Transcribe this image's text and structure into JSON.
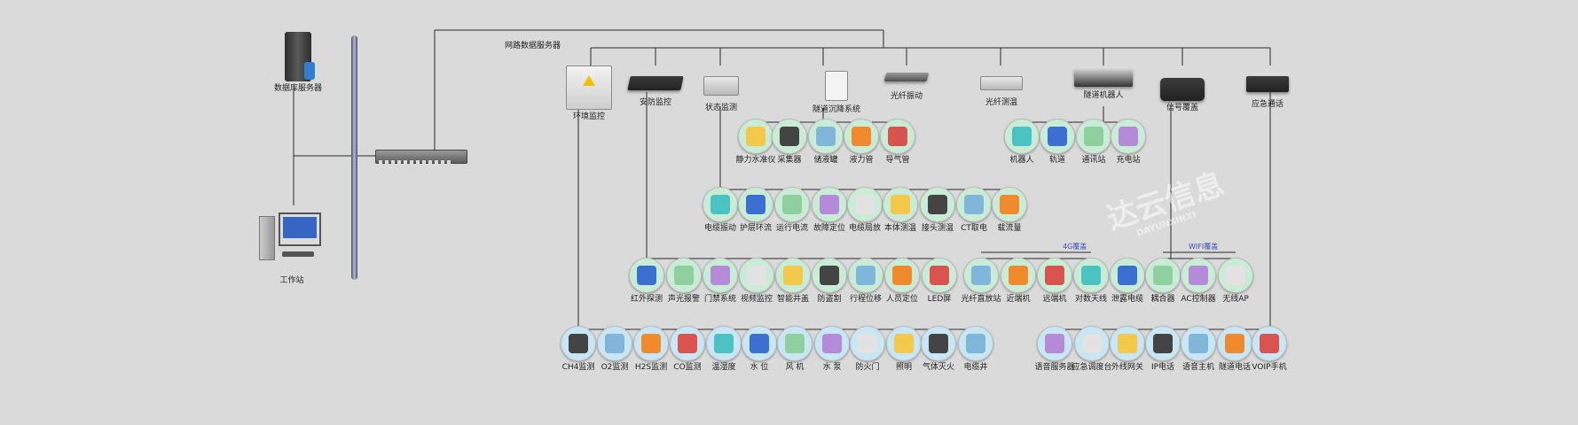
{
  "left": {
    "db_server": "数据库服务器",
    "workstation": "工作站"
  },
  "top_title": "网路数据服务器",
  "top_devices": [
    {
      "key": "env",
      "label": "环境监控"
    },
    {
      "key": "sec",
      "label": "安防监控"
    },
    {
      "key": "state",
      "label": "状态监测"
    },
    {
      "key": "settle",
      "label": "隧道沉降系统"
    },
    {
      "key": "fvib",
      "label": "光纤振动"
    },
    {
      "key": "ftemp",
      "label": "光纤测温"
    },
    {
      "key": "robot",
      "label": "隧道机器人"
    },
    {
      "key": "signal",
      "label": "信号覆盖"
    },
    {
      "key": "emerg",
      "label": "应急通话"
    }
  ],
  "settlement_row": [
    "静力水准仪",
    "采集器",
    "储液罐",
    "液力管",
    "导气管"
  ],
  "robot_row": [
    "机器人",
    "轨道",
    "通讯站",
    "充电站"
  ],
  "state_row": [
    "电缆振动",
    "护层环流",
    "运行电流",
    "故障定位",
    "电缆局放",
    "本体测温",
    "接头测温",
    "CT取电",
    "载流量"
  ],
  "groups": {
    "g4": "4G覆盖",
    "wifi": "WIFI覆盖"
  },
  "security_row": [
    "红外探测",
    "声光报警",
    "门禁系统",
    "视频监控",
    "智能井盖",
    "防盗割",
    "行程位移",
    "人员定位",
    "LED屏"
  ],
  "signal_row": [
    "光纤直放站",
    "近端机",
    "远端机",
    "对数天线",
    "泄露电缆",
    "耦合器",
    "AC控制器",
    "无线AP"
  ],
  "env_row": [
    "CH4监测",
    "O2监测",
    "H2S监测",
    "CO监测",
    "温湿度",
    "水 位",
    "风 机",
    "水 泵",
    "防火门",
    "照明",
    "气体灭火",
    "电缆井"
  ],
  "comm_row": [
    "语音服务器",
    "应急调度台",
    "外线网关",
    "IP电话",
    "语音主机",
    "隧道电话",
    "VOIP手机"
  ],
  "watermark": {
    "brand": "达云信息",
    "sub": "DAYUNXINXI"
  },
  "colors": {
    "background": "#dadada",
    "line": "#2a2a2a",
    "group_text": "#3a4fb0"
  }
}
